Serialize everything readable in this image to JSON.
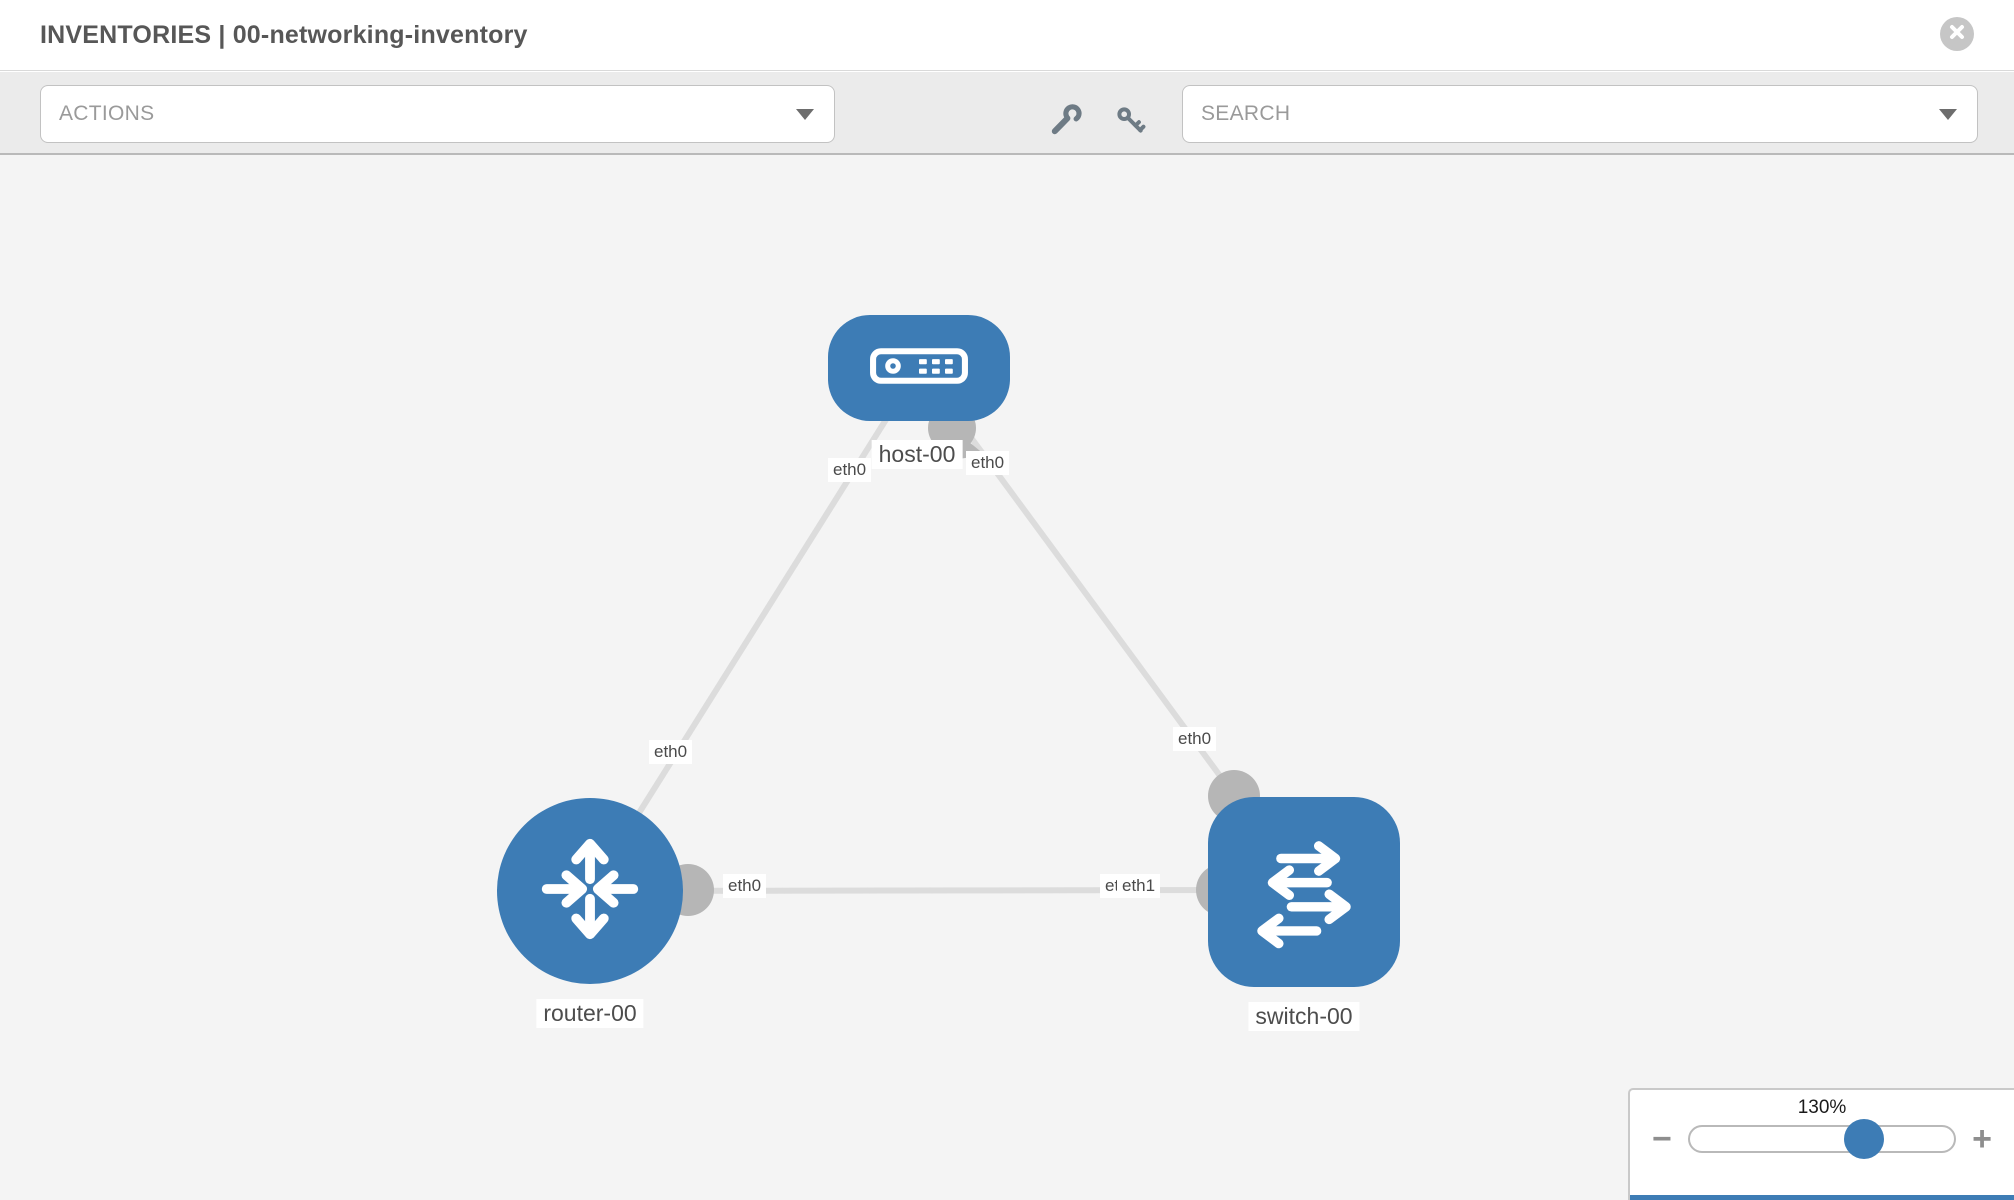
{
  "header": {
    "title": "INVENTORIES | 00-networking-inventory"
  },
  "toolbar": {
    "actions_label": "ACTIONS",
    "search_placeholder": "SEARCH"
  },
  "topology": {
    "nodes": [
      {
        "type": "host",
        "label": "host-00"
      },
      {
        "type": "router",
        "label": "router-00"
      },
      {
        "type": "switch",
        "label": "switch-00"
      }
    ],
    "links": [
      {
        "from": "host-00",
        "to": "router-00",
        "from_interface": "eth0",
        "to_interface": "eth0"
      },
      {
        "from": "host-00",
        "to": "switch-00",
        "from_interface": "eth0",
        "to_interface": "eth0"
      },
      {
        "from": "router-00",
        "to": "switch-00",
        "from_interface": "eth0",
        "to_interface": "eth1"
      }
    ],
    "interface_labels": [
      {
        "position": "host-left",
        "text": "eth0"
      },
      {
        "position": "host-right",
        "text": "eth0"
      },
      {
        "position": "router-uplink",
        "text": "eth0"
      },
      {
        "position": "switch-uplink",
        "text": "eth0"
      },
      {
        "position": "router-right",
        "text": "eth0"
      },
      {
        "position": "switch-left-back",
        "text": "eth0"
      },
      {
        "position": "switch-left-front",
        "text": "eth1"
      }
    ]
  },
  "zoom_control": {
    "level": "130%",
    "minus": "−",
    "plus": "+"
  },
  "colors": {
    "node_blue": "#3d7cb5",
    "link_gray": "#dcdcdc",
    "dot_gray": "#b6b6b6",
    "toolbar_gray": "#ebebeb",
    "canvas_gray": "#f4f4f4"
  }
}
